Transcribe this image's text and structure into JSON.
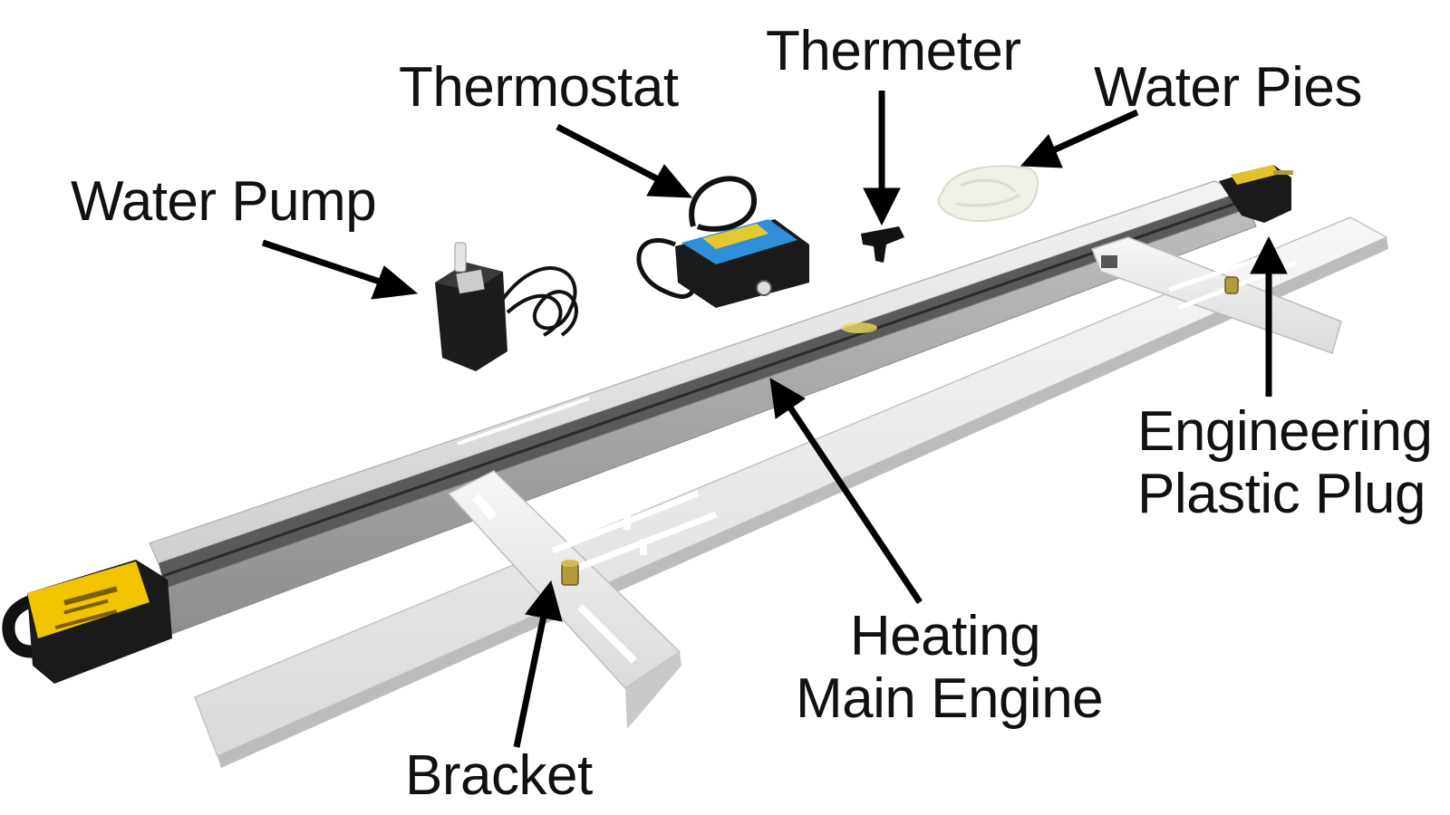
{
  "diagram": {
    "labels": {
      "thermostat": "Thermostat",
      "thermometer": "Thermeter",
      "water_pipes": "Water Pies",
      "water_pump": "Water Pump",
      "plug_line1": "Engineering",
      "plug_line2": "Plastic Plug",
      "main_line1": "Heating",
      "main_line2": "Main Engine",
      "bracket": "Bracket"
    },
    "colors": {
      "background": "#ffffff",
      "text": "#111111",
      "arrow": "#000000",
      "rail_silver": "#d9d9d9",
      "bracket_white": "#ececec",
      "component_black": "#1a1a1a",
      "thermostat_blue": "#2f8fd8",
      "label_yellow": "#f2c400",
      "pipe_white": "#f1f1ea"
    }
  }
}
